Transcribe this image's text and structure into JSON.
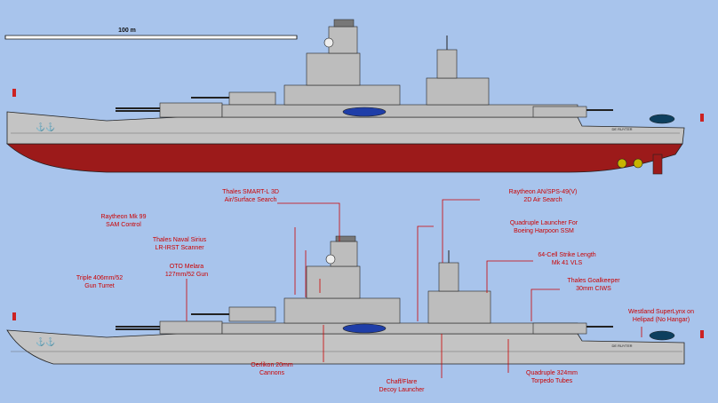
{
  "scale_bar": {
    "label": "100 m"
  },
  "ship_name": "DE RUYTER",
  "colors": {
    "background": "#a8c4ec",
    "hull": "#c4c4c4",
    "antifouling": "#9c1a1a",
    "label": "#cc0000"
  },
  "callouts": {
    "smart_l": [
      "Thales SMART-L 3D",
      "Air/Surface Search"
    ],
    "sps49": [
      "Raytheon AN/SPS-49(V)",
      "2D Air Search"
    ],
    "mk99": [
      "Raytheon Mk 99",
      "SAM Control"
    ],
    "harpoon": [
      "Quadruple Launcher For",
      "Boeing Harpoon SSM"
    ],
    "sirius": [
      "Thales Naval Sirius",
      "LR-IRST Scanner"
    ],
    "vls": [
      "64-Cell Strike Length",
      "Mk 41 VLS"
    ],
    "melara": [
      "OTO Melara",
      "127mm/52 Gun"
    ],
    "turret": [
      "Triple 406mm/52",
      "Gun Turret"
    ],
    "goalkeeper": [
      "Thales Goalkeeper",
      "30mm CIWS"
    ],
    "lynx": [
      "Westland SuperLynx on",
      "Helipad (No Hangar)"
    ],
    "oerlikon": [
      "Oerlikon 20mm",
      "Cannons"
    ],
    "chaff": [
      "Chaff/Flare",
      "Decoy Launcher"
    ],
    "torpedo": [
      "Quadruple 324mm",
      "Torpedo Tubes"
    ]
  }
}
